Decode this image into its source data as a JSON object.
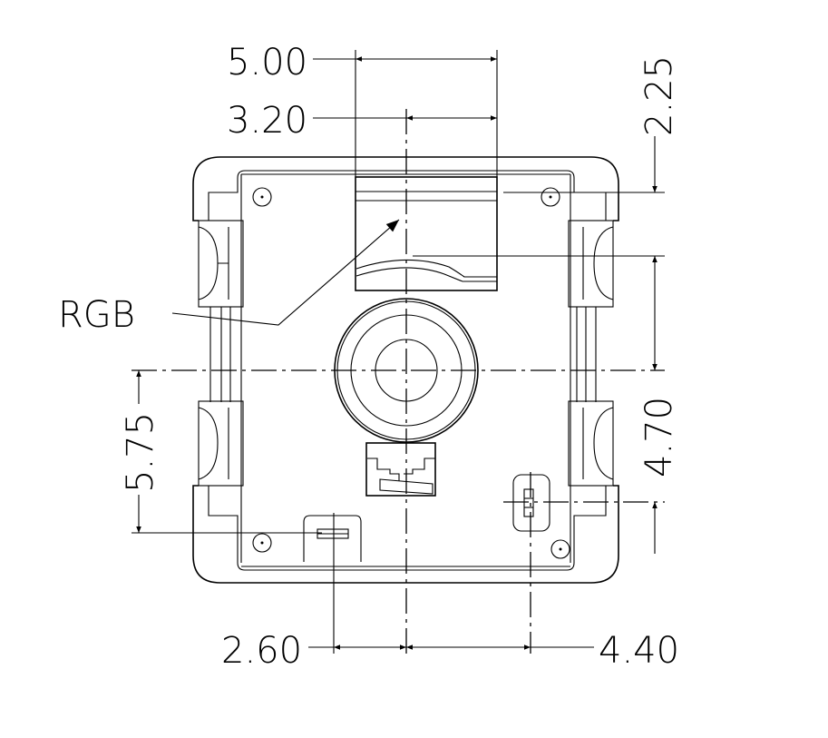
{
  "drawing": {
    "label_rgb": "RGB",
    "dimensions": {
      "width_top": "5.00",
      "offset_top": "3.20",
      "top_edge": "2.25",
      "right_vertical": "4.70",
      "left_vertical": "5.75",
      "bottom_left": "2.60",
      "bottom_right": "4.40"
    }
  }
}
